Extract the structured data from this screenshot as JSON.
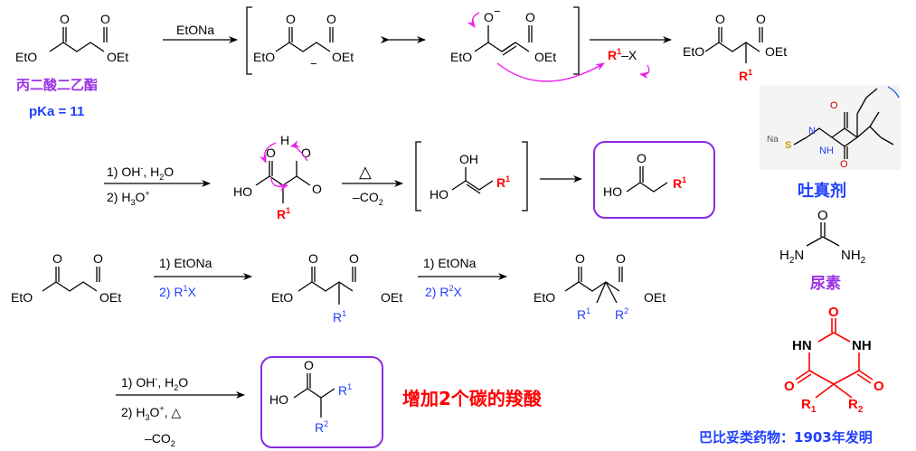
{
  "row1": {
    "reagent": "EtONa",
    "sm_oet": "OEt",
    "sm_eto": "EtO",
    "sm_name": "丙二酸二乙酯",
    "sm_pka": "pKa = 11",
    "enolate_eto": "EtO",
    "enolate_oet": "OEt",
    "enolate_minus": "−",
    "enol_o": "O",
    "enol_minus": "−",
    "enol_eto": "EtO",
    "enol_oet": "OEt",
    "alkyl_r": "R",
    "alkyl_sup": "1",
    "alkyl_x": "–X",
    "prod_eto": "EtO",
    "prod_oet": "OEt",
    "prod_r": "R",
    "prod_sup": "1"
  },
  "row2": {
    "cond1": "1) OH",
    "cond1_sup": "-",
    "cond1_tail": ", H",
    "cond1_sub": "2",
    "cond1_end": "O",
    "cond2": "2) H",
    "cond2_sub": "3",
    "cond2_end": "O",
    "cond2_sup": "+",
    "acid_h": "H",
    "acid_o": "O",
    "acid_ho": "HO",
    "acid_o2": "O",
    "acid_r": "R",
    "acid_sup": "1",
    "heat_symbol": "△",
    "co2": "–CO",
    "co2_sub": "2",
    "enol_oh": "OH",
    "enol_ho": "HO",
    "enol_r": "R",
    "enol_sup": "1",
    "final_ho": "HO",
    "final_r": "R",
    "final_sup": "1"
  },
  "row3": {
    "sm_eto": "EtO",
    "sm_oet": "OEt",
    "step1_a": "1) EtONa",
    "step1_b": "2) R",
    "step1_sup": "1",
    "step1_x": "X",
    "mono_eto": "EtO",
    "mono_oet": "OEt",
    "mono_r": "R",
    "mono_sup": "1",
    "step2_a": "1) EtONa",
    "step2_b": "2) R",
    "step2_sup": "2",
    "step2_x": "X",
    "di_eto": "EtO",
    "di_oet": "OEt",
    "di_r1": "R",
    "di_r1_sup": "1",
    "di_r2": "R",
    "di_r2_sup": "2"
  },
  "row4": {
    "cond1": "1) OH",
    "cond1_sup": "-",
    "cond1_tail": ", H",
    "cond1_sub": "2",
    "cond1_end": "O",
    "cond2": "2) H",
    "cond2_sub": "3",
    "cond2_end": "O",
    "cond2_sup": "+",
    "cond2_heat": ", △",
    "co2": "–CO",
    "co2_sub": "2",
    "prod_ho": "HO",
    "prod_r1": "R",
    "prod_r1_sup": "1",
    "prod_r2": "R",
    "prod_r2_sup": "2",
    "caption": "增加2个碳的羧酸"
  },
  "side": {
    "thio_na": "Na",
    "thio_s": "S",
    "thio_n": "N",
    "thio_nh": "NH",
    "thio_o1": "O",
    "thio_o2": "O",
    "thio_name": "吐真剂",
    "urea_o": "O",
    "urea_h2n": "H",
    "urea_h2n_sub": "2",
    "urea_n": "N",
    "urea_nh2": "NH",
    "urea_nh2_sub": "2",
    "urea_name": "尿素",
    "barb_o_top": "O",
    "barb_hn": "HN",
    "barb_nh": "NH",
    "barb_o_left": "O",
    "barb_o_right": "O",
    "barb_r1": "R",
    "barb_r1_sub": "1",
    "barb_r2": "R",
    "barb_r2_sub": "2",
    "barb_caption": "巴比妥类药物：1903年发明"
  },
  "colors": {
    "purple": "#9b32e6",
    "red": "#ff0000",
    "blue": "#1f3fff",
    "magenta": "#e81ee8",
    "box": "#8a2be2",
    "gold": "#c8a000",
    "navy": "#1a3a8a"
  }
}
